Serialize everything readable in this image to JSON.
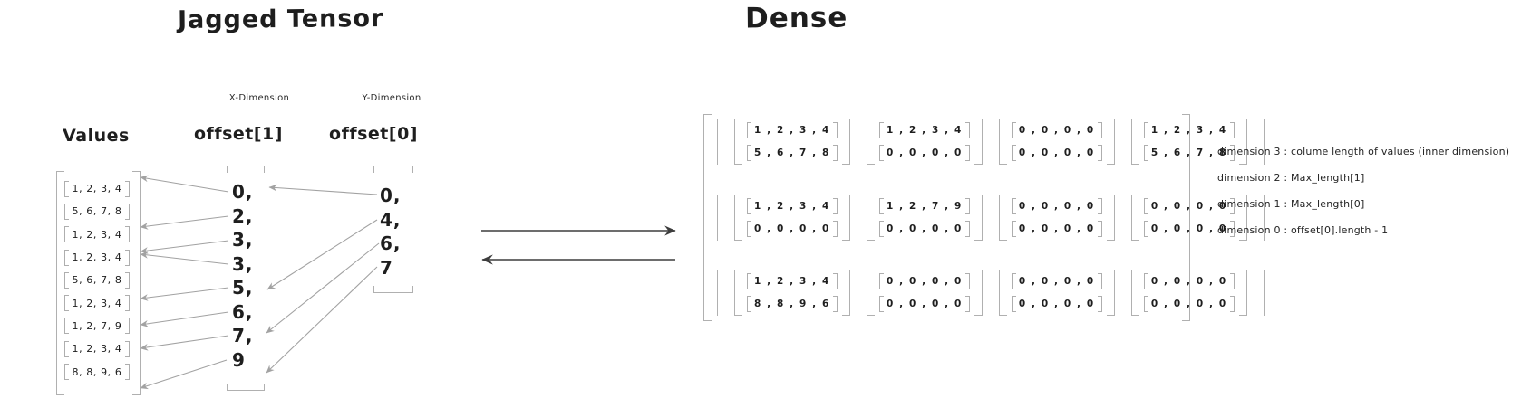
{
  "jagged": {
    "title": "Jagged Tensor",
    "values": {
      "label": "Values",
      "rows": [
        "1, 2, 3, 4",
        "5, 6, 7, 8",
        "1, 2, 3, 4",
        "1, 2, 3, 4",
        "5, 6, 7, 8",
        "1, 2, 3, 4",
        "1, 2, 7, 9",
        "1, 2, 3, 4",
        "8, 8, 9, 6"
      ]
    },
    "offset1": {
      "dimension_label": "X-Dimension",
      "label": "offset[1]",
      "items": [
        "0,",
        "2,",
        "3,",
        "3,",
        "5,",
        "6,",
        "7,",
        "9"
      ]
    },
    "offset0": {
      "dimension_label": "Y-Dimension",
      "label": "offset[0]",
      "items": [
        "0,",
        "4,",
        "6,",
        "7"
      ]
    }
  },
  "dense": {
    "title": "Dense",
    "grid": [
      [
        [
          [
            1,
            2,
            3,
            4
          ],
          [
            5,
            6,
            7,
            8
          ]
        ],
        [
          [
            1,
            2,
            3,
            4
          ],
          [
            0,
            0,
            0,
            0
          ]
        ],
        [
          [
            0,
            0,
            0,
            0
          ],
          [
            0,
            0,
            0,
            0
          ]
        ],
        [
          [
            1,
            2,
            3,
            4
          ],
          [
            5,
            6,
            7,
            8
          ]
        ]
      ],
      [
        [
          [
            1,
            2,
            3,
            4
          ],
          [
            0,
            0,
            0,
            0
          ]
        ],
        [
          [
            1,
            2,
            7,
            9
          ],
          [
            0,
            0,
            0,
            0
          ]
        ],
        [
          [
            0,
            0,
            0,
            0
          ],
          [
            0,
            0,
            0,
            0
          ]
        ],
        [
          [
            0,
            0,
            0,
            0
          ],
          [
            0,
            0,
            0,
            0
          ]
        ]
      ],
      [
        [
          [
            1,
            2,
            3,
            4
          ],
          [
            8,
            8,
            9,
            6
          ]
        ],
        [
          [
            0,
            0,
            0,
            0
          ],
          [
            0,
            0,
            0,
            0
          ]
        ],
        [
          [
            0,
            0,
            0,
            0
          ],
          [
            0,
            0,
            0,
            0
          ]
        ],
        [
          [
            0,
            0,
            0,
            0
          ],
          [
            0,
            0,
            0,
            0
          ]
        ]
      ]
    ]
  },
  "annotations": [
    "dimension 3 : colume length of values (inner dimension)",
    "dimension 2 : Max_length[1]",
    "dimension 1 : Max_length[0]",
    "dimension 0 : offset[0].length - 1"
  ],
  "colors": {
    "ink": "#1e1e1e",
    "sketch_gray": "#b0b0b0",
    "mapping_arrow": "#a2a2a2",
    "conversion_arrow": "#3d3d3d"
  }
}
